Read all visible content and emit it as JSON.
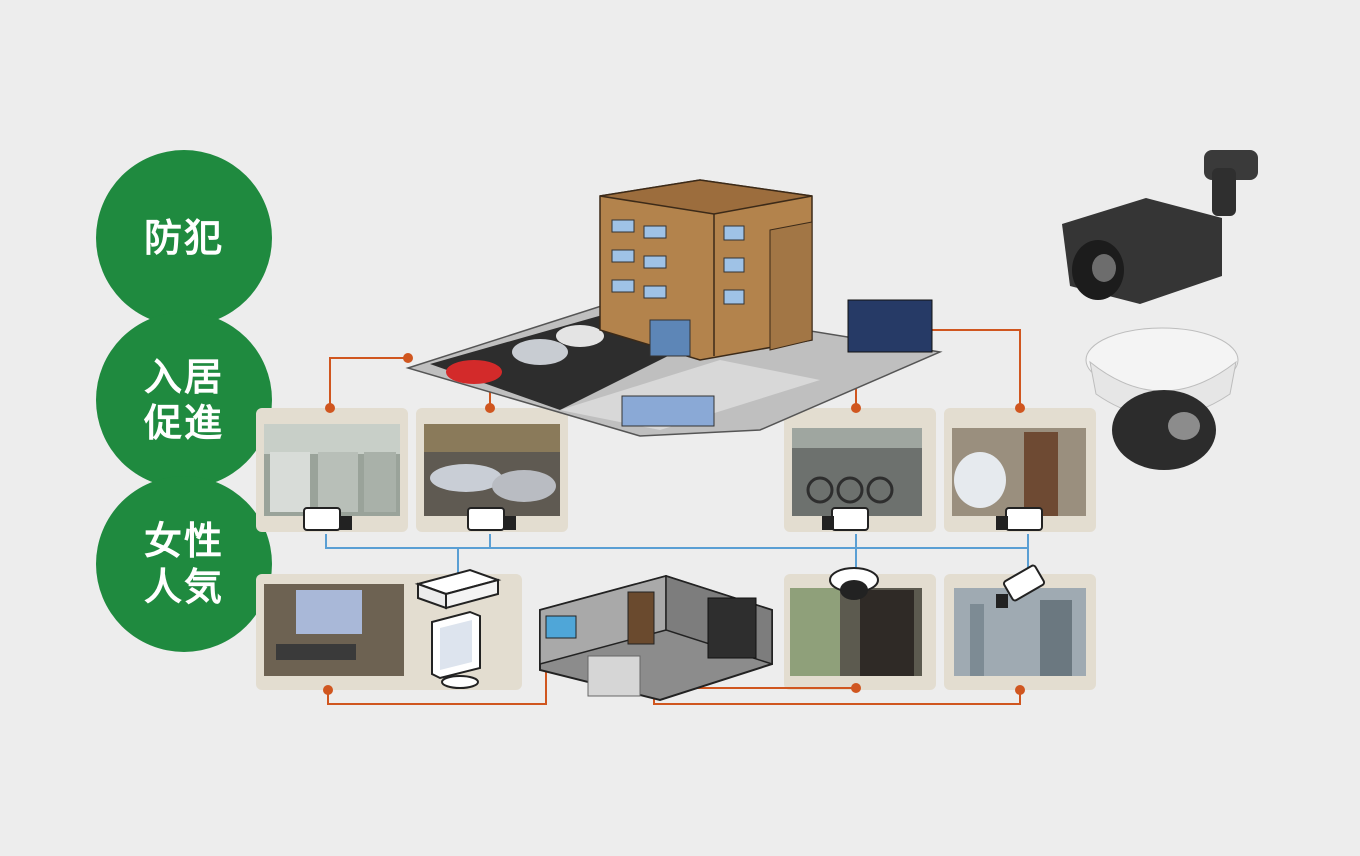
{
  "badges": [
    {
      "label": "防犯"
    },
    {
      "label": "入居\n促進"
    },
    {
      "label": "女性\n人気"
    }
  ],
  "colors": {
    "badge_green": "#1f8a3f",
    "wire_orange": "#d0561f",
    "wire_blue": "#5a9fd4",
    "background": "#ededed",
    "panel": "#e3ddd0"
  },
  "icons": [
    "apartment-building-icon",
    "bullet-camera-icon",
    "dome-camera-icon",
    "security-camera-icon",
    "recorder-icon",
    "monitor-icon",
    "entrance-hall-icon"
  ]
}
